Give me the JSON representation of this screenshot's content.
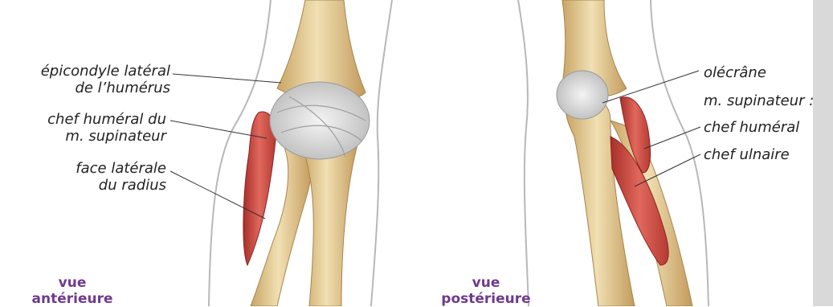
{
  "labels_left": {
    "epicondyle": [
      "épicondyle latéral",
      "de l’humérus"
    ],
    "supinator_head": [
      "chef huméral du",
      "m. supinateur"
    ],
    "radius_face": [
      "face latérale",
      "du radius"
    ]
  },
  "labels_right": {
    "olecranon": "olécrâne",
    "supinator": "m. supinateur :",
    "humeral_head": "chef huméral",
    "ulnar_head": "chef ulnaire"
  },
  "views": {
    "anterior": [
      "vue",
      "antérieure"
    ],
    "posterior": [
      "vue",
      "postérieure"
    ]
  },
  "colors": {
    "bone": "#e8d3a0",
    "bone_shade": "#caa86a",
    "ligament": "#dcdcdc",
    "muscle": "#c8403a",
    "skin_outline": "#b8b8b8",
    "label_purple": "#6f3a8e"
  }
}
